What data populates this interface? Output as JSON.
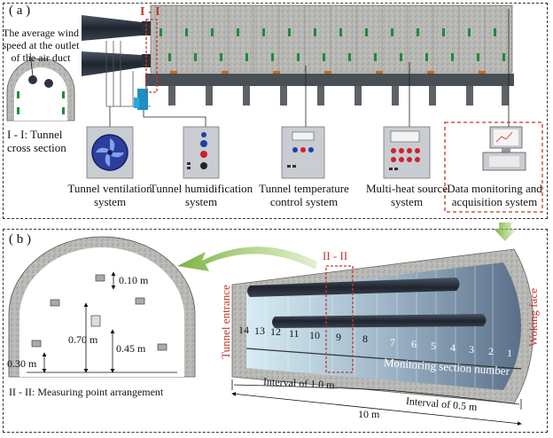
{
  "panel_a": {
    "label": "( a )",
    "section_mark": "I - I",
    "wind_note": "The average wind\nspeed at the outlet\nof the air duct",
    "cross_section_label": "I - I:   Tunnel\ncross section",
    "systems": [
      {
        "name": "Tunnel ventilation\nsystem"
      },
      {
        "name": "Tunnel humidification\nsystem"
      },
      {
        "name": "Tunnel temperature\ncontrol system"
      },
      {
        "name": "Multi-heat source\nsystem"
      },
      {
        "name": "Data monitoring and\nacquisition system"
      }
    ]
  },
  "panel_b": {
    "label": "( b )",
    "section_mark": "II - II",
    "entrance_label": "Tunnel entrance",
    "face_label": "Woking face",
    "section_numbers": [
      "14",
      "13",
      "12",
      "11",
      "10",
      "9",
      "8",
      "7",
      "6",
      "5",
      "4",
      "3",
      "2",
      "1"
    ],
    "monitoring_label": "Monitoring section number",
    "interval_left": "Interval of 1.0 m",
    "interval_right": "Interval of 0.5 m",
    "total_length": "10 m",
    "dims": {
      "top": "0.10 m",
      "mid": "0.70 m",
      "right": "0.45 m",
      "bottom": "0.30 m"
    },
    "arrangement_label": "II - II:   Measuring point arrangement"
  },
  "colors": {
    "accent_red": "#c0392b",
    "arrow_green": "#8bc34a",
    "duct": "#2f3540"
  }
}
